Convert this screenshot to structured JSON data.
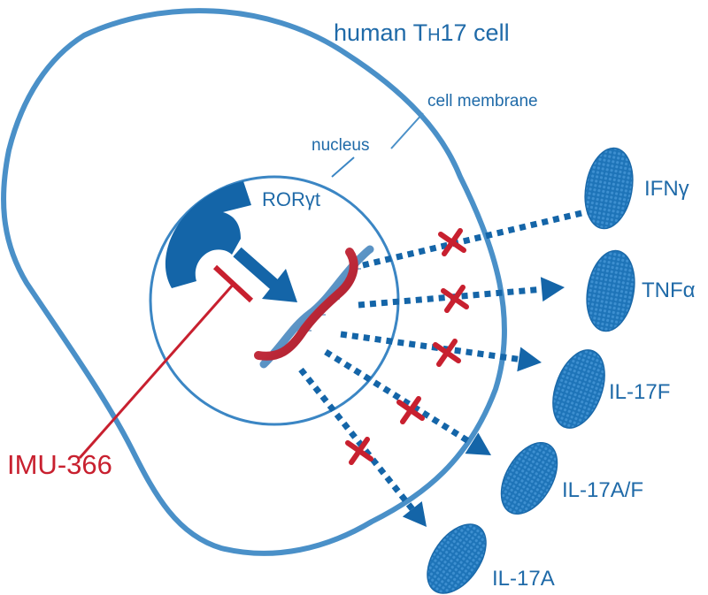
{
  "labels": {
    "cell_title": "human T",
    "cell_title_sub": "H",
    "cell_title_tail": "17 cell",
    "cell_membrane": "cell membrane",
    "nucleus": "nucleus",
    "ror_gamma_t": "RORγt",
    "drug": "IMU-366"
  },
  "cytokines": [
    "IFNγ",
    "TNFα",
    "IL-17F",
    "IL-17A/F",
    "IL-17A"
  ],
  "colors": {
    "membrane_blue": "#4a90c8",
    "dark_blue": "#1465a8",
    "text_blue": "#1f6aa8",
    "inhibitor_red": "#c8202f"
  },
  "icons": [
    "dna-helix-icon",
    "ror-gamma-t-receptor-icon",
    "inhibition-x-icon",
    "cytokine-particle-icon"
  ]
}
